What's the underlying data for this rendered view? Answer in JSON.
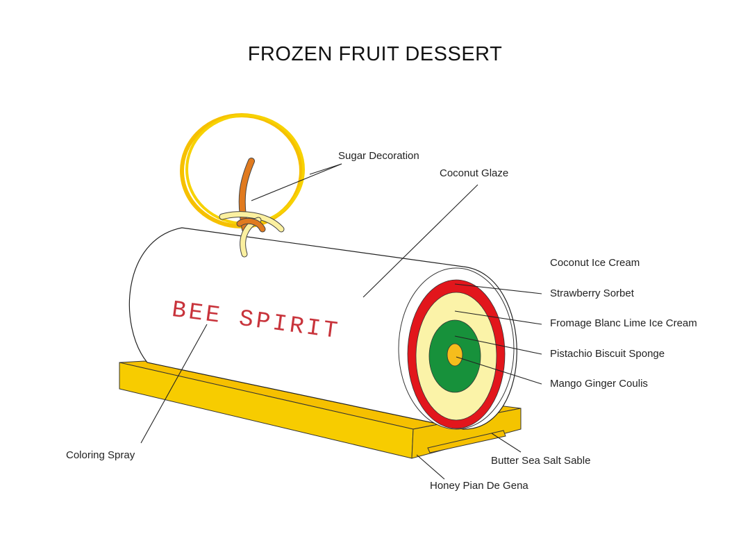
{
  "title": "FROZEN FRUIT DESSERT",
  "brand_text": "BEE SPIRIT",
  "labels": {
    "sugar_decoration": "Sugar Decoration",
    "coconut_glaze": "Coconut Glaze",
    "coconut_ice_cream": "Coconut Ice Cream",
    "strawberry_sorbet": "Strawberry Sorbet",
    "fromage_blanc": "Fromage Blanc Lime Ice Cream",
    "pistachio_sponge": "Pistachio Biscuit Sponge",
    "mango_coulis": "Mango Ginger Coulis",
    "coloring_spray": "Coloring Spray",
    "butter_sable": "Butter Sea Salt Sable",
    "honey_pian": "Honey Pian De Gena"
  },
  "colors": {
    "gold": "#f6c000",
    "gold_light": "#f7d200",
    "red": "#e2161c",
    "cream": "#fbf3a8",
    "green": "#17913b",
    "mango": "#f6bd1c",
    "orange_stick": "#e07a1f",
    "pale_swirl": "#fbf0a0",
    "brand": "#c8333b"
  }
}
